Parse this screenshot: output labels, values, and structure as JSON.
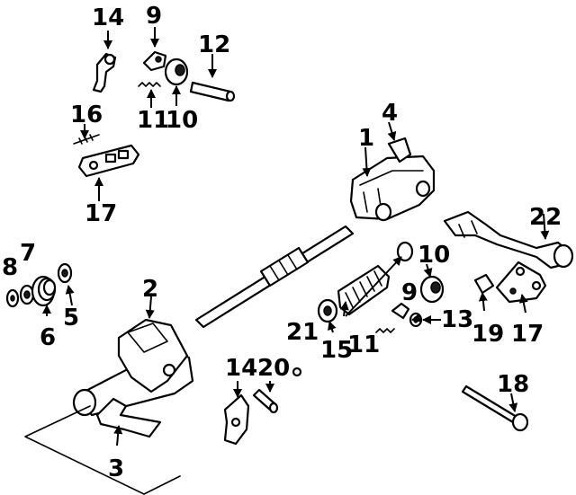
{
  "callouts": [
    {
      "id": "c14a",
      "text": "14"
    },
    {
      "id": "c9a",
      "text": "9"
    },
    {
      "id": "c12",
      "text": "12"
    },
    {
      "id": "c11a",
      "text": "11"
    },
    {
      "id": "c10a",
      "text": "10"
    },
    {
      "id": "c16",
      "text": "16"
    },
    {
      "id": "c17a",
      "text": "17"
    },
    {
      "id": "c4",
      "text": "4"
    },
    {
      "id": "c1",
      "text": "1"
    },
    {
      "id": "c22",
      "text": "22"
    },
    {
      "id": "c8",
      "text": "8"
    },
    {
      "id": "c7",
      "text": "7"
    },
    {
      "id": "c5",
      "text": "5"
    },
    {
      "id": "c6",
      "text": "6"
    },
    {
      "id": "c2",
      "text": "2"
    },
    {
      "id": "c10b",
      "text": "10"
    },
    {
      "id": "c9b",
      "text": "9"
    },
    {
      "id": "c13",
      "text": "13"
    },
    {
      "id": "c19",
      "text": "19"
    },
    {
      "id": "c17b",
      "text": "17"
    },
    {
      "id": "c21",
      "text": "21"
    },
    {
      "id": "c15",
      "text": "15"
    },
    {
      "id": "c11b",
      "text": "11"
    },
    {
      "id": "c14b",
      "text": "14"
    },
    {
      "id": "c20",
      "text": "20"
    },
    {
      "id": "c18",
      "text": "18"
    },
    {
      "id": "c3",
      "text": "3"
    }
  ]
}
